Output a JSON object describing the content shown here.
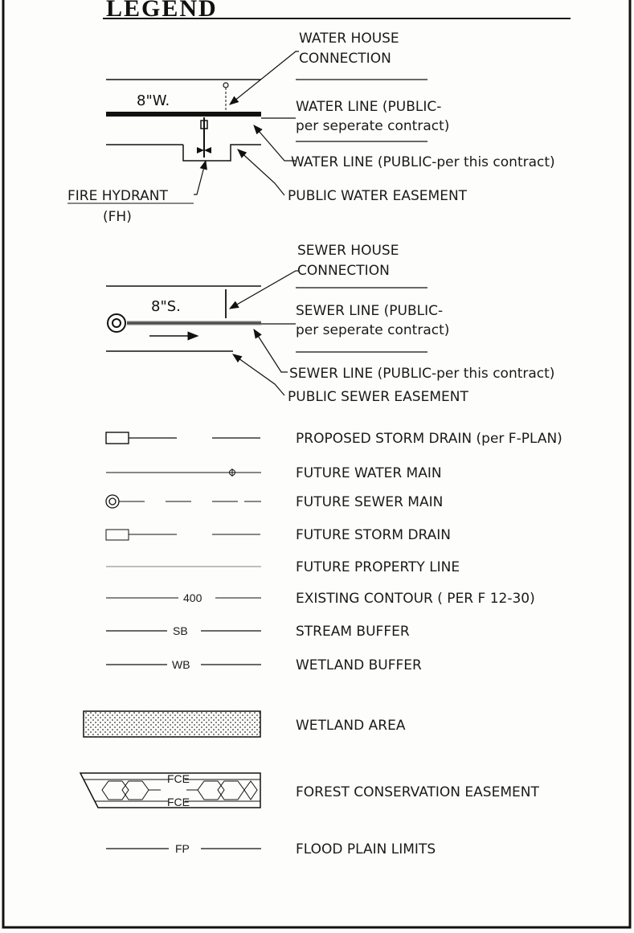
{
  "legend": {
    "title": "LEGEND",
    "water": {
      "pipe_label": "8\"W.",
      "house_conn_1": "WATER HOUSE",
      "house_conn_2": "CONNECTION",
      "line_sep_1": "WATER LINE (PUBLIC-",
      "line_sep_2": "per seperate contract)",
      "line_this": "WATER LINE (PUBLIC-per this contract)",
      "easement": "PUBLIC WATER EASEMENT",
      "hydrant_1": "FIRE HYDRANT",
      "hydrant_2": "(FH)"
    },
    "sewer": {
      "pipe_label": "8\"S.",
      "house_conn_1": "SEWER HOUSE",
      "house_conn_2": "CONNECTION",
      "line_sep_1": "SEWER LINE (PUBLIC-",
      "line_sep_2": "per seperate contract)",
      "line_this": "SEWER LINE (PUBLIC-per this contract)",
      "easement": "PUBLIC SEWER EASEMENT"
    },
    "items": [
      {
        "label": "PROPOSED STORM DRAIN (per F-PLAN)"
      },
      {
        "label": "FUTURE WATER MAIN"
      },
      {
        "label": "FUTURE SEWER MAIN"
      },
      {
        "label": "FUTURE STORM DRAIN"
      },
      {
        "label": "FUTURE PROPERTY LINE"
      },
      {
        "label": "EXISTING CONTOUR ( PER F 12-30)",
        "symbol_text": "400"
      },
      {
        "label": "STREAM BUFFER",
        "symbol_text": "SB"
      },
      {
        "label": "WETLAND BUFFER",
        "symbol_text": "WB"
      },
      {
        "label": "WETLAND AREA"
      },
      {
        "label": "FOREST CONSERVATION EASEMENT",
        "symbol_text": "FCE"
      },
      {
        "label": "FLOOD PLAIN LIMITS",
        "symbol_text": "FP"
      }
    ]
  }
}
